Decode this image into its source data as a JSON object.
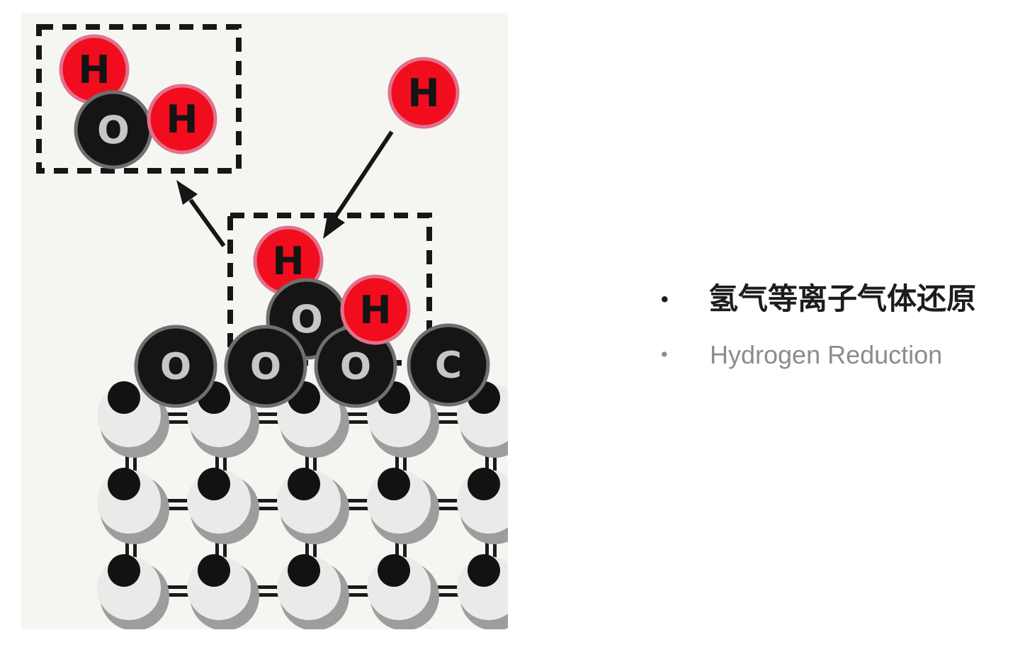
{
  "page": {
    "background": "#ffffff"
  },
  "illustration": {
    "background": "#f5f6f2",
    "colors": {
      "outline": "#161616",
      "hydrogen_red": "#f10d1d",
      "oxygen_black": "#151515",
      "lattice_body_gray": "#eaeae8",
      "lattice_shadow_gray": "#9d9d9d",
      "label_gray": "#c6c6c6"
    },
    "water_box": {
      "atoms": [
        {
          "element": "H"
        },
        {
          "element": "O"
        },
        {
          "element": "H"
        }
      ]
    },
    "free_atom": {
      "element": "H"
    },
    "adsorbed_box": {
      "atoms": [
        {
          "element": "H"
        },
        {
          "element": "O"
        },
        {
          "element": "H"
        }
      ]
    },
    "surface_atoms": [
      {
        "element": "O"
      },
      {
        "element": "O"
      },
      {
        "element": "O"
      },
      {
        "element": "C"
      }
    ]
  },
  "bullets": [
    {
      "marker": "•",
      "text": "氢气等离子气体还原",
      "color": "#1c1c1c"
    },
    {
      "marker": "•",
      "text": "Hydrogen Reduction",
      "color": "#8c8c8c"
    }
  ]
}
